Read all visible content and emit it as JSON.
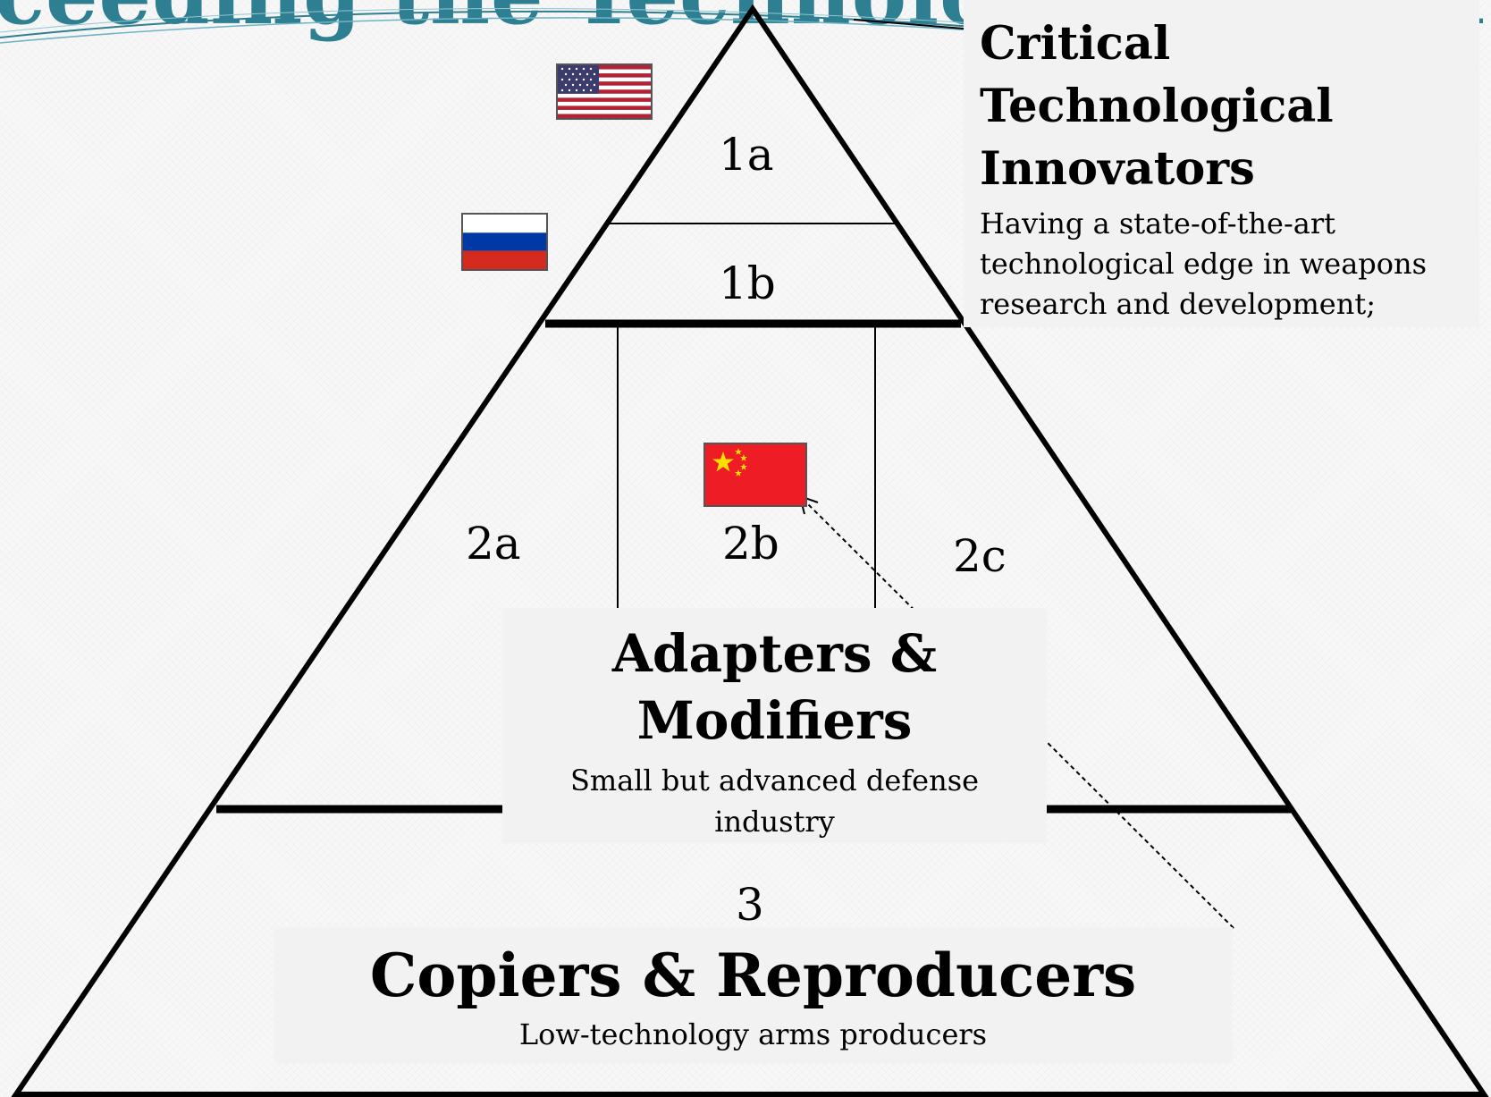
{
  "title_fragment": "ceeding the Technological Capa",
  "tiers": {
    "tier_1a": "1a",
    "tier_1b": "1b",
    "tier_2a": "2a",
    "tier_2b": "2b",
    "tier_2c": "2c",
    "tier_3": "3"
  },
  "critical": {
    "heading": "Critical Technological Innovators",
    "description": "Having a state-of-the-art technological edge in weapons research and development;"
  },
  "adapters": {
    "heading": "Adapters & Modifiers",
    "description": "Small but advanced defense industry"
  },
  "copiers": {
    "heading": "Copiers & Reproducers",
    "description": "Low-technology arms producers"
  },
  "flags": {
    "usa": "us-flag-icon",
    "russia": "russia-flag-icon",
    "china": "china-flag-icon"
  },
  "colors": {
    "title": "#2f7f92",
    "label_box": "#f2f2f2",
    "china_red": "#ee1c25",
    "china_star": "#ffde00",
    "usa_red": "#b22234",
    "usa_blue": "#3c3b6e",
    "russia_blue": "#0039a6",
    "russia_red": "#d52b1e"
  }
}
